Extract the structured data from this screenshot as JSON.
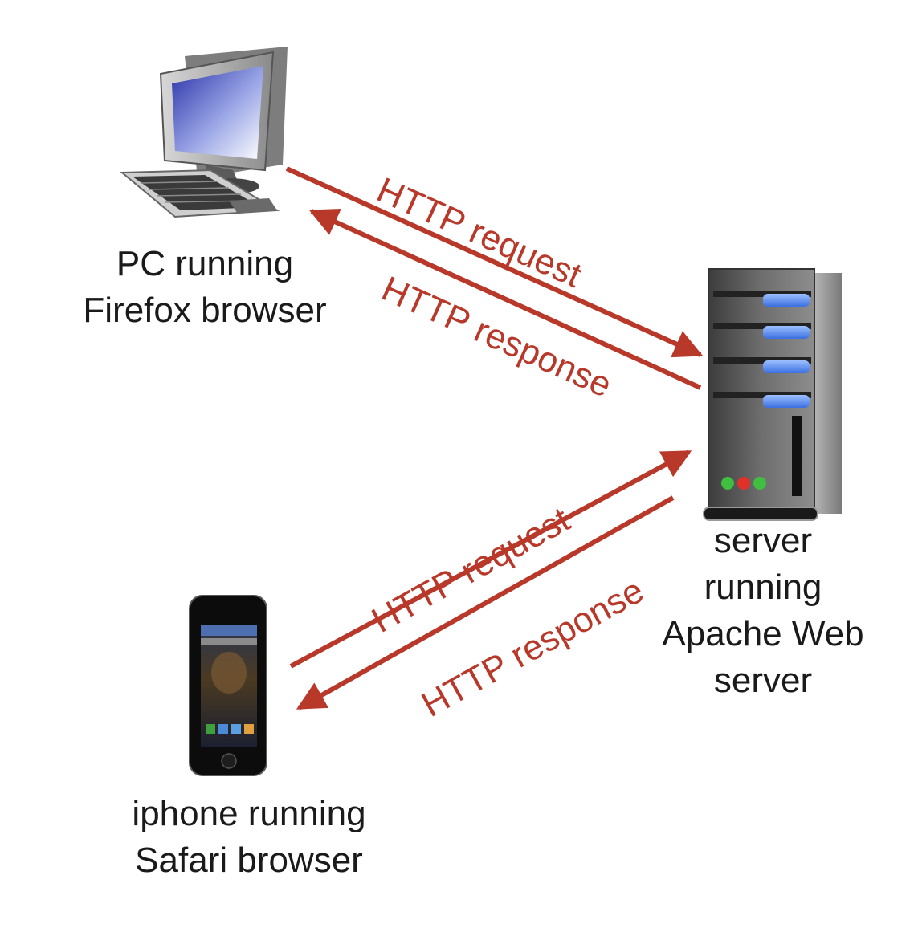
{
  "nodes": {
    "pc": {
      "icon": "desktop-computer-icon",
      "line1": "PC running",
      "line2": "Firefox browser"
    },
    "server": {
      "icon": "server-tower-icon",
      "line1": "server",
      "line2": "running",
      "line3": "Apache Web",
      "line4": "server"
    },
    "phone": {
      "icon": "smartphone-icon",
      "line1": "iphone running",
      "line2": "Safari browser"
    }
  },
  "messages": {
    "pc_request": "HTTP request",
    "pc_response": "HTTP response",
    "phone_request": "HTTP request",
    "phone_response": "HTTP response"
  },
  "colors": {
    "arrow": "#b8382a",
    "text": "#1a1a1a",
    "server_led_blue": "#5b8ff0",
    "server_led_green": "#3fbf3f",
    "server_led_red": "#e0302a"
  }
}
